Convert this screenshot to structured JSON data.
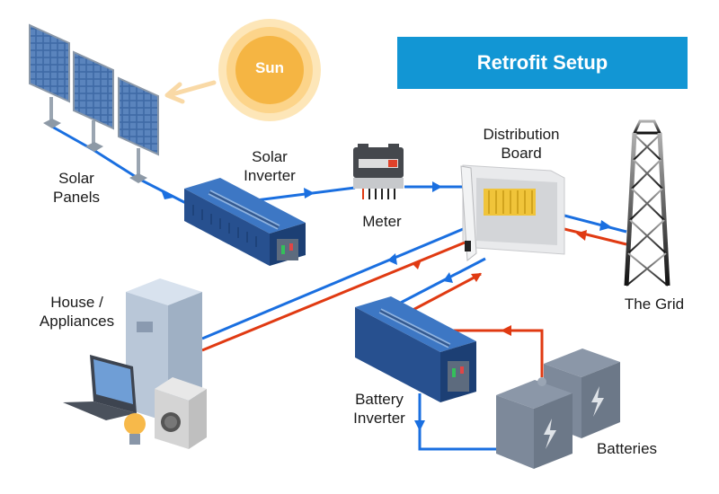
{
  "title": "Retrofit Setup",
  "colors": {
    "title_bg": "#1296d4",
    "dc_wire": "#1a6fe0",
    "ac_wire": "#e03a12",
    "sun_outer": "#fde0a8",
    "sun_inner": "#f5b543",
    "inverter_blue": "#2b5fa8"
  },
  "components": {
    "sun": {
      "label": "Sun",
      "icon": "sun-icon"
    },
    "solar_panels": {
      "label_line1": "Solar",
      "label_line2": "Panels",
      "count": 3,
      "icon": "solar-panel-icon"
    },
    "solar_inverter": {
      "label_line1": "Solar",
      "label_line2": "Inverter",
      "icon": "inverter-icon"
    },
    "meter": {
      "label": "Meter",
      "icon": "electric-meter-icon"
    },
    "distribution_board": {
      "label_line1": "Distribution",
      "label_line2": "Board",
      "icon": "distribution-board-icon"
    },
    "grid": {
      "label": "The Grid",
      "icon": "power-tower-icon"
    },
    "house": {
      "label_line1": "House /",
      "label_line2": "Appliances",
      "icon": "appliances-icon"
    },
    "battery_inverter": {
      "label_line1": "Battery",
      "label_line2": "Inverter",
      "icon": "inverter-icon"
    },
    "batteries": {
      "label": "Batteries",
      "count": 2,
      "icon": "battery-icon"
    }
  },
  "flows": [
    {
      "from": "sun",
      "to": "solar_panels",
      "kind": "light"
    },
    {
      "from": "solar_panels",
      "to": "solar_inverter",
      "kind": "dc"
    },
    {
      "from": "solar_inverter",
      "to": "meter",
      "kind": "dc"
    },
    {
      "from": "meter",
      "to": "distribution_board",
      "kind": "dc"
    },
    {
      "from": "grid",
      "to": "distribution_board",
      "kind": "ac"
    },
    {
      "from": "distribution_board",
      "to": "grid",
      "kind": "dc"
    },
    {
      "from": "distribution_board",
      "to": "house",
      "kind": "dc"
    },
    {
      "from": "house",
      "to": "distribution_board",
      "kind": "ac"
    },
    {
      "from": "distribution_board",
      "to": "battery_inverter",
      "kind": "dc"
    },
    {
      "from": "battery_inverter",
      "to": "distribution_board",
      "kind": "ac"
    },
    {
      "from": "batteries",
      "to": "battery_inverter",
      "kind": "ac"
    },
    {
      "from": "battery_inverter",
      "to": "batteries",
      "kind": "dc"
    }
  ]
}
